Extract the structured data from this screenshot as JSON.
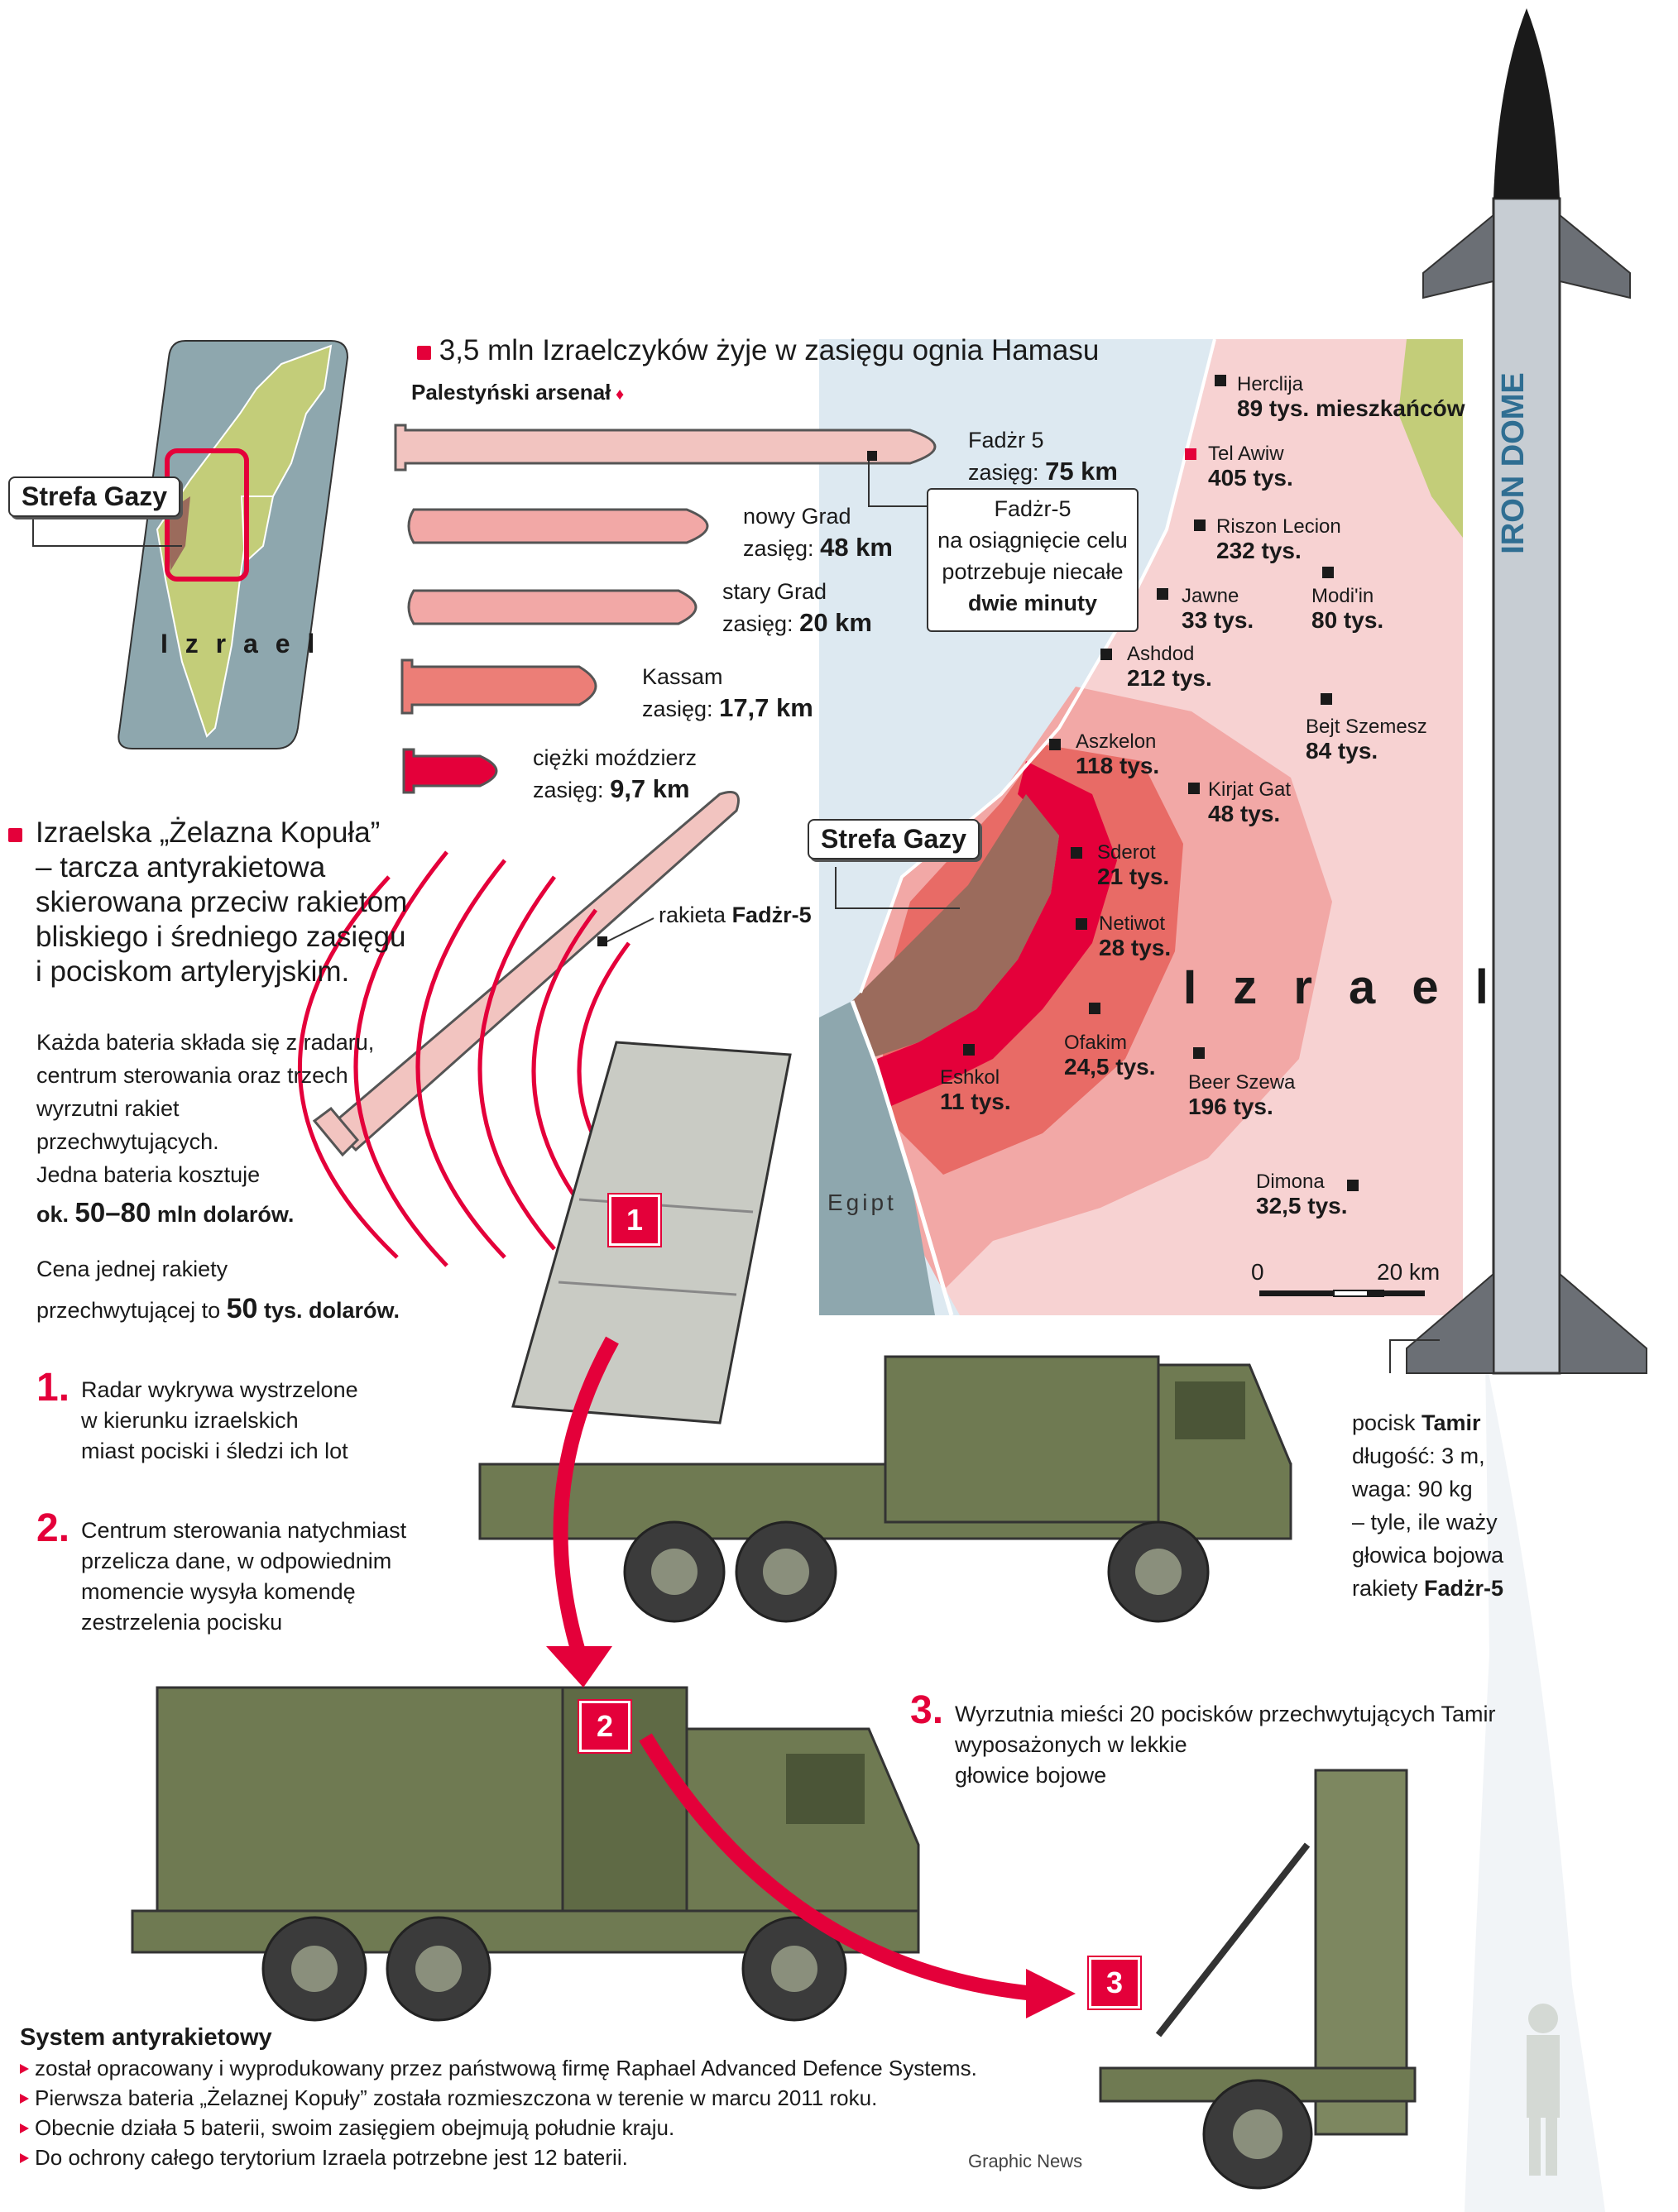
{
  "headline": "3,5 mln  Izraelczyków żyje w zasięgu ognia Hamasu",
  "arsenal_title": "Palestyński arsenał",
  "arsenal": [
    {
      "name": "Fadżr 5",
      "range_label": "zasięg:",
      "range": "75 km"
    },
    {
      "name": "nowy Grad",
      "range_label": "zasięg:",
      "range": "48 km"
    },
    {
      "name": "stary Grad",
      "range_label": "zasięg:",
      "range": "20 km"
    },
    {
      "name": "Kassam",
      "range_label": "zasięg:",
      "range": "17,7 km"
    },
    {
      "name": "ciężki moździerz",
      "range_label": "zasięg:",
      "range": "9,7 km"
    }
  ],
  "callout_fajr": {
    "line1": "Fadżr-5",
    "line2": "na osiągnięcie celu",
    "line3": "potrzebuje niecałe",
    "line4": "dwie minuty"
  },
  "inset_map": {
    "gaza_label": "Strefa Gazy",
    "country_label": "I z r a e l"
  },
  "map": {
    "gaza_label": "Strefa Gazy",
    "country_label": "I z r a e l",
    "egypt_label": "Egipt",
    "scale_start": "0",
    "scale_end": "20 km",
    "cities": [
      {
        "name": "Herclija",
        "pop": "89 tys. mieszkańców"
      },
      {
        "name": "Tel Awiw",
        "pop": "405 tys."
      },
      {
        "name": "Riszon Lecion",
        "pop": "232 tys."
      },
      {
        "name": "Jawne",
        "pop": "33 tys."
      },
      {
        "name": "Modi'in",
        "pop": "80 tys."
      },
      {
        "name": "Ashdod",
        "pop": "212 tys."
      },
      {
        "name": "Bejt Szemesz",
        "pop": "84 tys."
      },
      {
        "name": "Aszkelon",
        "pop": "118 tys."
      },
      {
        "name": "Kirjat Gat",
        "pop": "48 tys."
      },
      {
        "name": "Sderot",
        "pop": "21 tys."
      },
      {
        "name": "Netiwot",
        "pop": "28 tys."
      },
      {
        "name": "Ofakim",
        "pop": "24,5 tys."
      },
      {
        "name": "Eshkol",
        "pop": "11 tys."
      },
      {
        "name": "Beer Szewa",
        "pop": "196 tys."
      },
      {
        "name": "Dimona",
        "pop": "32,5 tys."
      }
    ]
  },
  "iron_dome": {
    "title_l1": "Izraelska „Żelazna Kopuła”",
    "title_l2": "– tarcza antyrakietowa",
    "title_l3": "skierowana przeciw rakietom",
    "title_l4": "bliskiego i średniego zasięgu",
    "title_l5": "i pociskom artyleryjskim.",
    "desc_l1": "Każda bateria składa się z radaru,",
    "desc_l2": "centrum sterowania oraz trzech",
    "desc_l3": "wyrzutni rakiet",
    "desc_l4": "przechwytujących.",
    "desc_l5": "Jedna bateria kosztuje",
    "cost_prefix": "ok.",
    "cost_value": "50–80",
    "cost_suffix": "mln dolarów.",
    "rocket_price_l1": "Cena jednej rakiety",
    "rocket_price_l2a": "przechwytującej to",
    "rocket_price_value": "50",
    "rocket_price_l2b": "tys. dolarów."
  },
  "rocket_label_prefix": "rakieta",
  "rocket_label_name": "Fadżr-5",
  "steps": [
    {
      "num": "1.",
      "l1": "Radar wykrywa wystrzelone",
      "l2": "w kierunku izraelskich",
      "l3": "miast pociski i śledzi ich lot"
    },
    {
      "num": "2.",
      "l1": "Centrum sterowania natychmiast",
      "l2": "przelicza dane, w odpowiednim",
      "l3": "momencie wysyła komendę",
      "l4": "zestrzelenia pocisku"
    },
    {
      "num": "3.",
      "l1": "Wyrzutnia mieści 20 pocisków przechwytujących Tamir",
      "l2": "wyposażonych w lekkie",
      "l3": "głowice bojowe"
    }
  ],
  "badges": [
    "1",
    "2",
    "3"
  ],
  "iron_dome_missile_text": "IRON DOME",
  "tamir": {
    "l1a": "pocisk",
    "l1b": "Tamir",
    "l2": "długość: 3 m,",
    "l3": "waga: 90 kg",
    "l4": "– tyle, ile waży",
    "l5": "głowica bojowa",
    "l6a": "rakiety",
    "l6b": "Fadżr-5"
  },
  "system": {
    "title": "System antyrakietowy",
    "bullets": [
      "został opracowany i wyprodukowany przez państwową firmę Raphael Advanced Defence Systems.",
      "Pierwsza bateria „Żelaznej Kopuły” została rozmieszczona w terenie w marcu 2011 roku.",
      "Obecnie działa 5 baterii, swoim zasięgiem obejmują południe kraju.",
      "Do ochrony całego terytorium Izraela potrzebne jest 12 baterii."
    ]
  },
  "credit": "Graphic News",
  "colors": {
    "accent": "#e4003a",
    "sea": "#dde9f1",
    "zone_light": "#f7d2d2",
    "zone_mid": "#f2a8a6",
    "zone_dark": "#e86b66",
    "gaza": "#9b6b5c",
    "olive": "#6f7a52",
    "inset_land": "#c3cd79"
  }
}
